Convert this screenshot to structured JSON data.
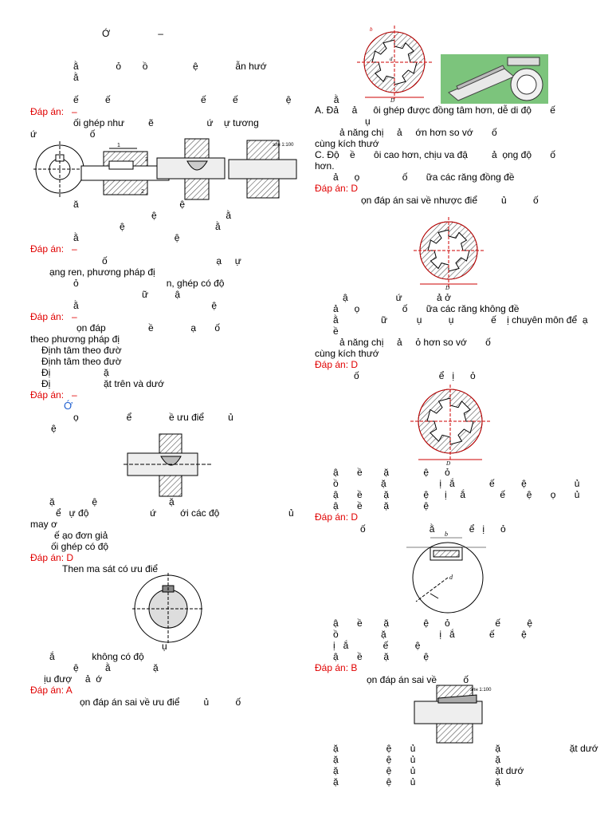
{
  "left": {
    "l1": "Ớ                  –",
    "l2": "ằ              ỏ        ồ                 ệ              ẫn hướ",
    "l3": "ằ",
    "l4": "ế          ế                                  ế          ế                  ệ                ằ",
    "ans1_label": "Đáp án:",
    "ans1_value": "–",
    "l5": "ối ghép như         ẽ                    ứ    ự tương",
    "l6": "ứ                    ố",
    "l7": "ă                                      ệ",
    "l8": "ệ                          ằ",
    "l9": "ệ                                  ằ",
    "l10": "ằ                                    ệ",
    "ans2_label": "Đáp án:",
    "ans2_value": "–",
    "l11": "ố                                         ạ     ự",
    "l12": "ạng ren, phương pháp đị",
    "l13": "ỏ                                 n, ghép có độ",
    "l14": "ữ          ậ",
    "l15": "ằ                                                  ệ",
    "ans3_label": "Đáp án:",
    "ans3_value": "–",
    "l16": "ọn đáp                ề              ạ       ố",
    "l17": "theo phương pháp đị",
    "l18": "Định tâm theo đườ",
    "l19": "Định tâm theo đườ",
    "l20": "Đị                    ặ",
    "l21": "Đị                    ặt trên và dướ",
    "ans4_label": "Đáp án:",
    "ans4_value": "–",
    "sec_heading": "Ớ",
    "l22": "ọ                  ể              ề ưu điể         ủ",
    "l23": "ệ",
    "l24": "ặ              ệ                           ặ",
    "l25": "ể   ự độ                       ứ         ới các độ                          ủ",
    "l26": "may ơ",
    "l27": "ế ạo đơn giả",
    "l28": "ối ghép có độ",
    "ans5_label": "Đáp án:",
    "ans5_value": "D",
    "l29": "Then ma sát có ưu điể",
    "l30": "ụ",
    "l31": "ắ              không có độ",
    "l32": "ệ          ằ                ặ",
    "l33": "ịu đượ     ả  ớ",
    "ans6_label": "Đáp án:",
    "ans6_value": "A",
    "l34": "ọn đáp án sai về ưu điể         ủ          ố"
  },
  "right": {
    "r1": "A. Đả     ả      ôi ghép được đồng tâm hơn, dễ di độ       ế",
    "r2": "ụ",
    "r3": "ả năng chị     ả     ớn hơn so vớ       ố",
    "r4": "cùng kích thướ",
    "r5": "C. Độ    ề       ôi cao hơn, chịu va đậ         ả  ọng độ       ố",
    "r6": "hơn.",
    "r7": "ả      ọ                ố       ữa các răng đồng đề",
    "ans1_label": "Đáp án:",
    "ans1_value": "D",
    "r8": "ọn đáp án sai về nhược điể         ủ          ố",
    "r9": "ậ                  ứ             ả ở",
    "r10": "ả      ọ                ố       ữa các răng không đề",
    "r11": "ằ                ữ           ụ          ụ              ế    ị chuyên môn để  ạ",
    "r12": "ề",
    "r13": "ả năng chị     ả     ỏ hơn so vớ       ố",
    "r14": "cùng kích thướ",
    "ans2_label": "Đáp án:",
    "ans2_value": "D",
    "r15": "ố                              ể   ị      ỏ",
    "r16": "ậ       ề        ặ             ệ      ỏ",
    "r17": "ồ                ặ                    ị   ắ             ế          ệ                  ủ",
    "r18": "ậ       ề        ặ             ệ      ị     ắ             ế        ệ       ọ       ủ",
    "r19": "ậ       ề        ặ             ệ",
    "ans3_label": "Đáp án:",
    "ans3_value": "D",
    "r20": "ố                        ằ             ể   ị      ỏ",
    "r21": "ậ       ề        ặ             ệ      ỏ                 ế          ệ",
    "r22": "ồ                ặ                    ị   ắ             ế          ệ",
    "r23": "ị   ắ             ế          ệ",
    "r24": "ậ       ề        ặ             ệ",
    "ans4_label": "Đáp án:",
    "ans4_value": "B",
    "r25": "ọn đáp án sai về          ố",
    "r26": "ặ                  ệ       ủ                              ặ                          ặt dướ",
    "r27": "ặ                  ệ       ủ                              ặ",
    "r28": "ặ                  ệ       ủ                              ặt dướ",
    "r29": "ặ                  ệ       ủ                              ặ"
  },
  "figure_labels": {
    "scale1": "элн 1:100",
    "scale2": "элн 1:100",
    "b": "b",
    "d": "d",
    "D": "D"
  }
}
